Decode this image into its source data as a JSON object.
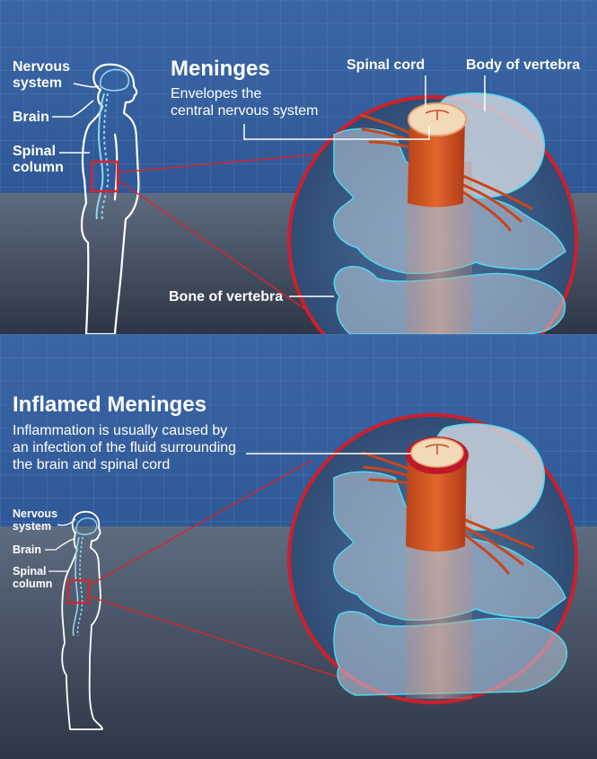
{
  "top": {
    "title": "Meninges",
    "description": "Envelopes the\ncentral nervous system",
    "nervous_system": "Nervous\nsystem",
    "brain": "Brain",
    "spinal_column": "Spinal\ncolumn",
    "spinal_cord": "Spinal cord",
    "body_of_vertebra": "Body of vertebra",
    "bone_of_vertebra": "Bone of vertebra"
  },
  "bottom": {
    "title": "Inflamed Meninges",
    "description": "Inflammation is usually caused by\nan infection of the fluid surrounding\nthe brain and spinal cord",
    "nervous_system": "Nervous\nsystem",
    "brain": "Brain",
    "spinal_column": "Spinal\ncolumn"
  },
  "colors": {
    "grid_blue": "#3f6aa8",
    "floor_gray": "#4c5a6e",
    "body_outline": "#ffffff",
    "spine_cyan": "#8fd8f0",
    "highlight_red": "#d8242c",
    "vertebra_outline": "#4fd8ee",
    "spinal_cord_orange": "#d2531f",
    "inflamed_red": "#c01828",
    "cord_cross_section": "#f2d9b8"
  }
}
